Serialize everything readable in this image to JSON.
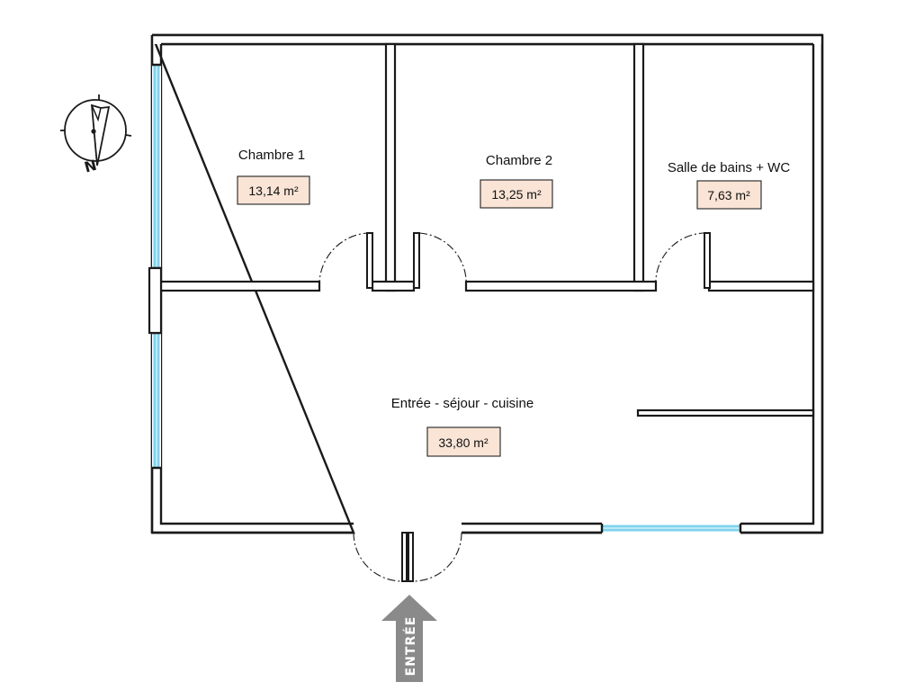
{
  "rooms": [
    {
      "name": "Chambre 1",
      "area": "13,14 m²"
    },
    {
      "name": "Chambre 2",
      "area": "13,25 m²"
    },
    {
      "name": "Salle de bains + WC",
      "area": "7,63 m²"
    },
    {
      "name": "Entrée - séjour - cuisine",
      "area": "33,80 m²"
    }
  ],
  "entrance": {
    "label": "ENTRÉE"
  },
  "compass": {
    "north": "N"
  },
  "colors": {
    "window": "#7dd3ee",
    "area_fill": "#f9e4d6",
    "arrow": "#8a8a8a"
  }
}
